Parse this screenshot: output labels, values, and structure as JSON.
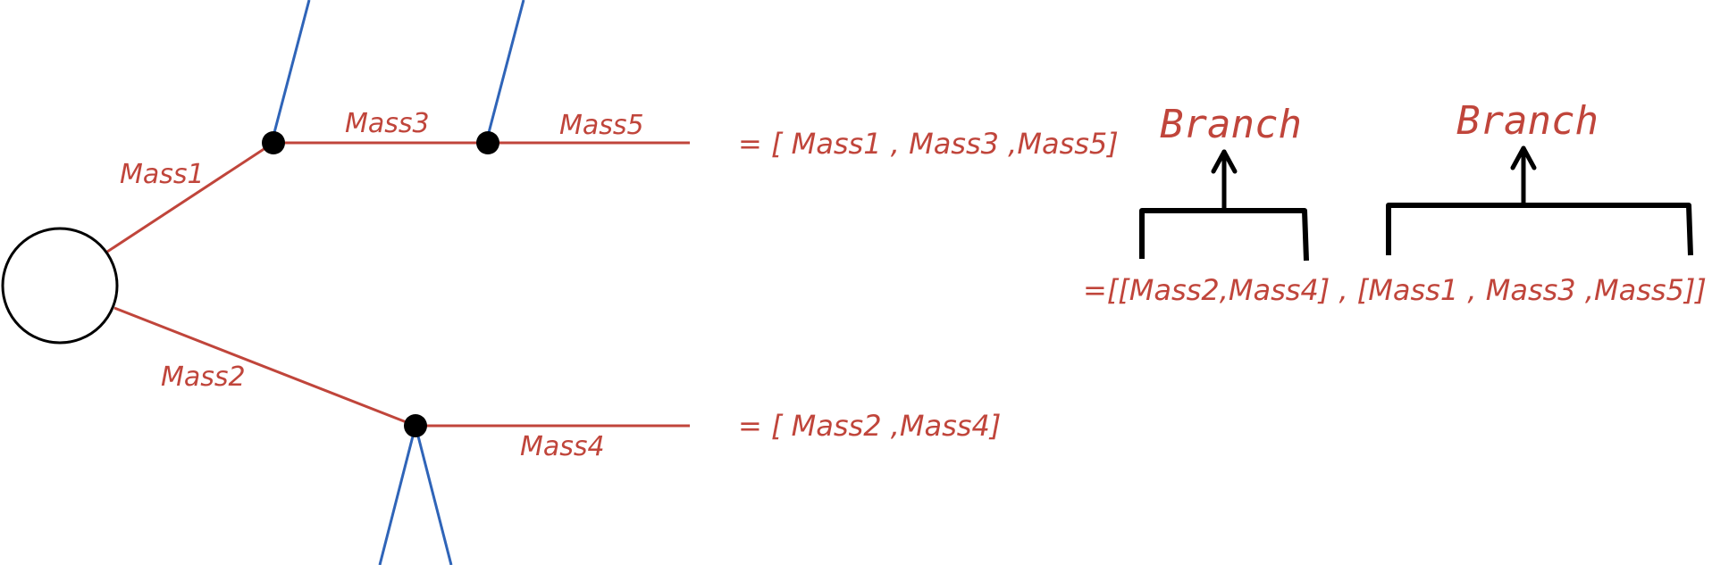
{
  "colors": {
    "mass_line": "#c0453b",
    "rope": "#2f64b8",
    "joint": "#000000",
    "bracket": "#000000",
    "label": "#c0453b",
    "background": "#ffffff"
  },
  "tree": {
    "mass_labels": [
      "Mass1",
      "Mass3",
      "Mass5",
      "Mass2",
      "Mass4"
    ]
  },
  "equations": {
    "top": "= [ Mass1 , Mass3 ,Mass5]",
    "bottom": "= [ Mass2 ,Mass4]"
  },
  "branches": {
    "labels": [
      "Branch",
      "Branch"
    ],
    "combined": "=[[Mass2,Mass4] , [Mass1 , Mass3 ,Mass5]]"
  }
}
